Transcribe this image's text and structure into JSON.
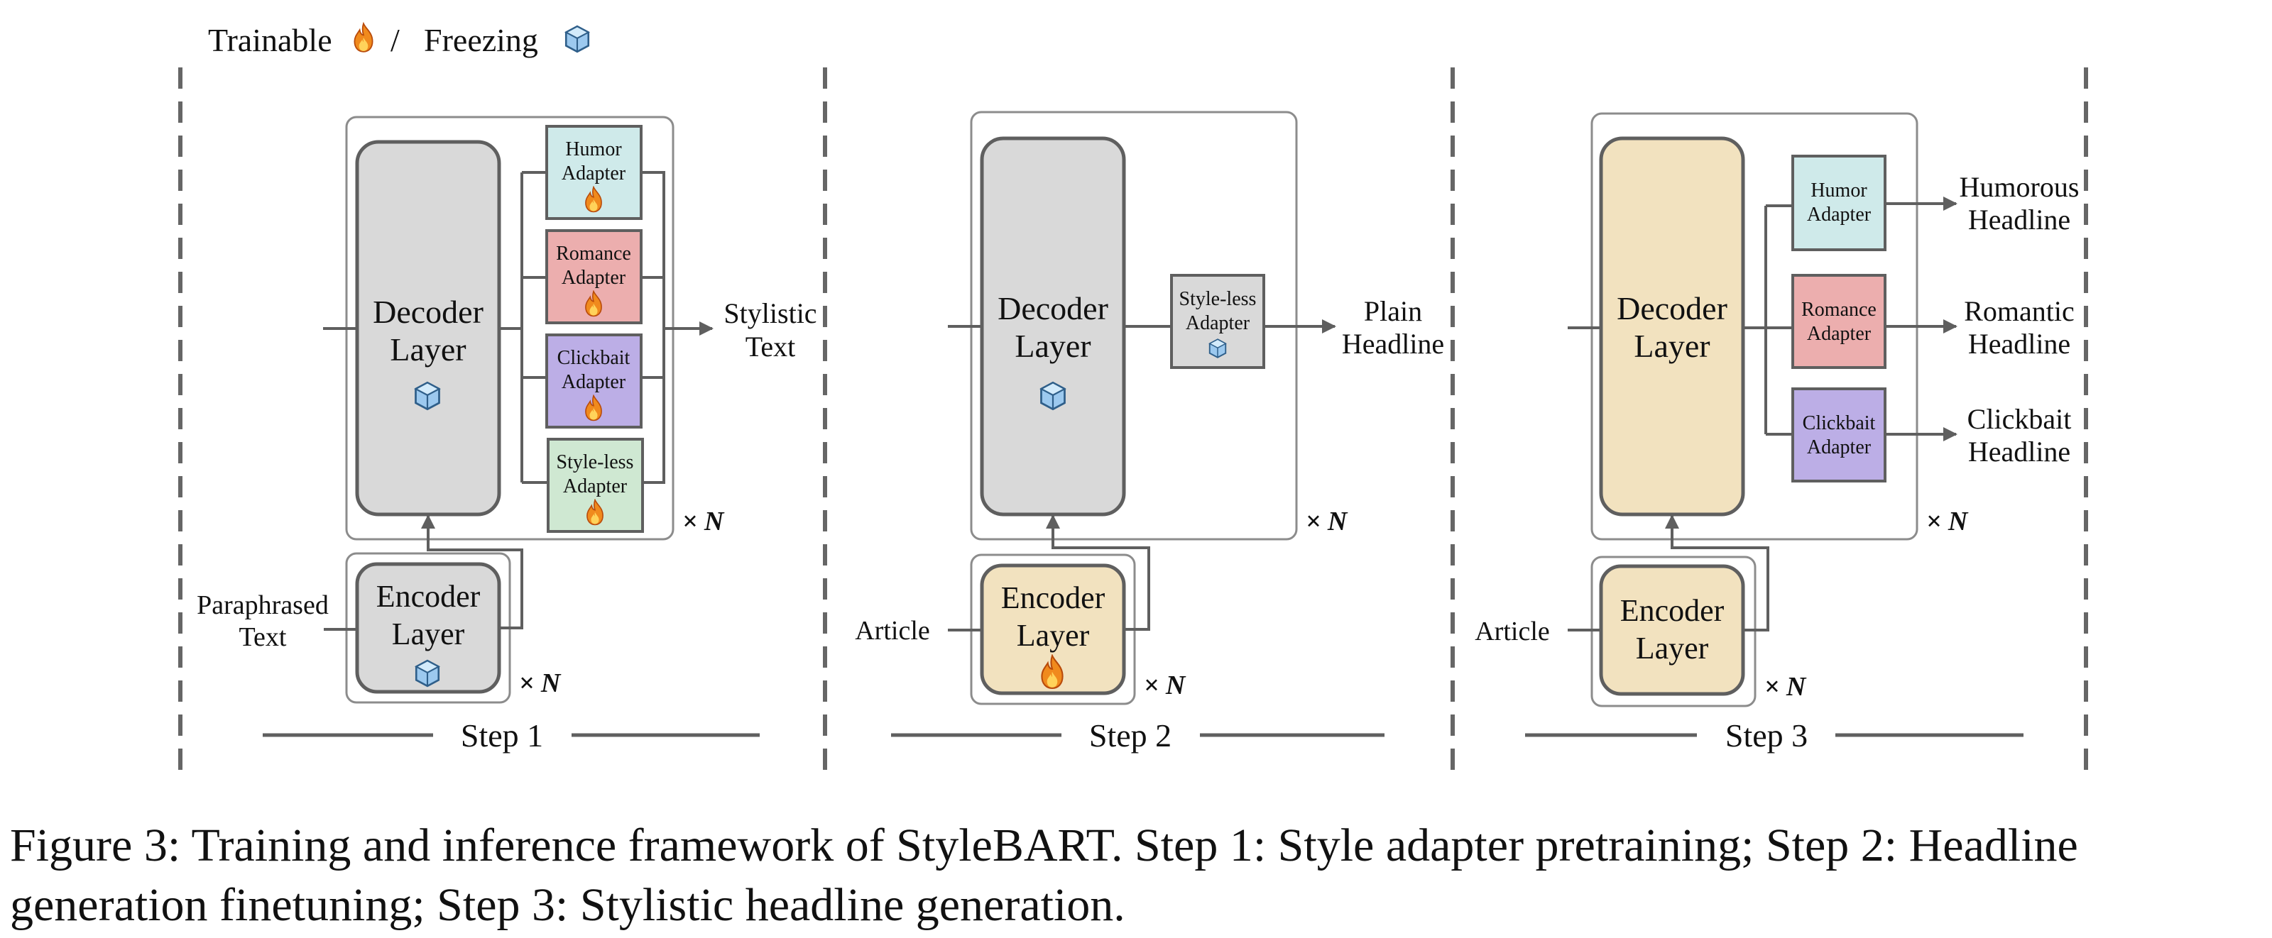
{
  "legend": {
    "trainable": "Trainable",
    "separator": "/",
    "freezing": "Freezing"
  },
  "steps": [
    {
      "label": "Step 1",
      "input": [
        "Paraphrased",
        "Text"
      ],
      "encoder": [
        "Encoder",
        "Layer"
      ],
      "decoder": [
        "Decoder",
        "Layer"
      ],
      "repeat_encoder": "× N",
      "repeat_decoder": "× N",
      "adapters": [
        {
          "lines": [
            "Humor",
            "Adapter"
          ],
          "color": "#cfeaea"
        },
        {
          "lines": [
            "Romance",
            "Adapter"
          ],
          "color": "#ecaeae"
        },
        {
          "lines": [
            "Clickbait",
            "Adapter"
          ],
          "color": "#bcaee6"
        },
        {
          "lines": [
            "Style-less",
            "Adapter"
          ],
          "color": "#cfe8d2"
        }
      ],
      "outputs": [
        [
          "Stylistic",
          "Text"
        ]
      ]
    },
    {
      "label": "Step 2",
      "input": [
        "Article"
      ],
      "encoder": [
        "Encoder",
        "Layer"
      ],
      "decoder": [
        "Decoder",
        "Layer"
      ],
      "repeat_encoder": "× N",
      "repeat_decoder": "× N",
      "adapters": [
        {
          "lines": [
            "Style-less",
            "Adapter"
          ],
          "color": "#d9d9d9"
        }
      ],
      "outputs": [
        [
          "Plain",
          "Headline"
        ]
      ]
    },
    {
      "label": "Step 3",
      "input": [
        "Article"
      ],
      "encoder": [
        "Encoder",
        "Layer"
      ],
      "decoder": [
        "Decoder",
        "Layer"
      ],
      "repeat_encoder": "× N",
      "repeat_decoder": "× N",
      "adapters": [
        {
          "lines": [
            "Humor",
            "Adapter"
          ],
          "color": "#cfeaea"
        },
        {
          "lines": [
            "Romance",
            "Adapter"
          ],
          "color": "#ecaeae"
        },
        {
          "lines": [
            "Clickbait",
            "Adapter"
          ],
          "color": "#bcaee6"
        }
      ],
      "outputs": [
        [
          "Humorous",
          "Headline"
        ],
        [
          "Romantic",
          "Headline"
        ],
        [
          "Clickbait",
          "Headline"
        ]
      ]
    }
  ],
  "colors": {
    "frozen_fill": "#d9d9d9",
    "trainable_fill": "#f2e2bf",
    "stroke": "#5f5f5f"
  },
  "caption": {
    "line1": "Figure 3: Training and inference framework of StyleBART. Step 1: Style adapter pretraining; Step 2: Headline",
    "line2": "generation finetuning; Step 3: Stylistic headline generation."
  }
}
